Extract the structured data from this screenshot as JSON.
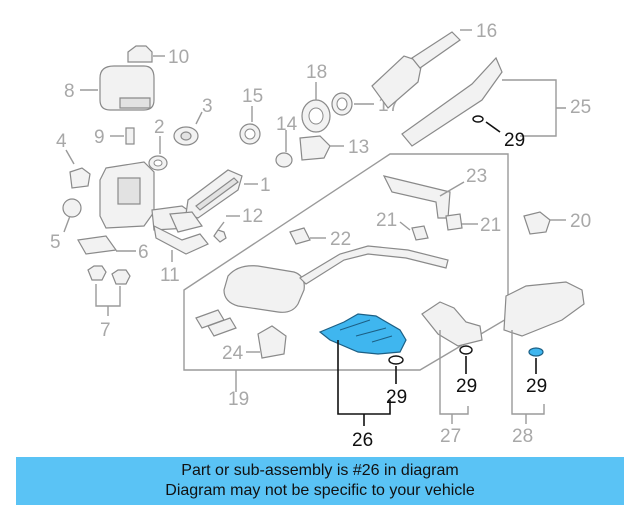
{
  "callouts": {
    "c2": "2",
    "c3": "3",
    "c4": "4",
    "c5": "5",
    "c6": "6",
    "c7": "7",
    "c8": "8",
    "c9": "9",
    "c10": "10",
    "c11": "11",
    "c12": "12",
    "c13": "13",
    "c14": "14",
    "c15": "15",
    "c16": "16",
    "c17": "17",
    "c18": "18",
    "c19": "19",
    "c20": "20",
    "c21a": "21",
    "c21b": "21",
    "c22": "22",
    "c23": "23",
    "c24": "24",
    "c25": "25",
    "c26": "26",
    "c27": "27",
    "c28": "28",
    "c29a": "29",
    "c29b": "29",
    "c29c": "29",
    "c29d": "29",
    "c1": "1"
  },
  "highlight_color": "#3fb6ef",
  "banner": {
    "line1": "Part or sub-assembly is #26 in diagram",
    "line2": "Diagram may not be specific to your vehicle",
    "color": "#5ac3f5"
  }
}
